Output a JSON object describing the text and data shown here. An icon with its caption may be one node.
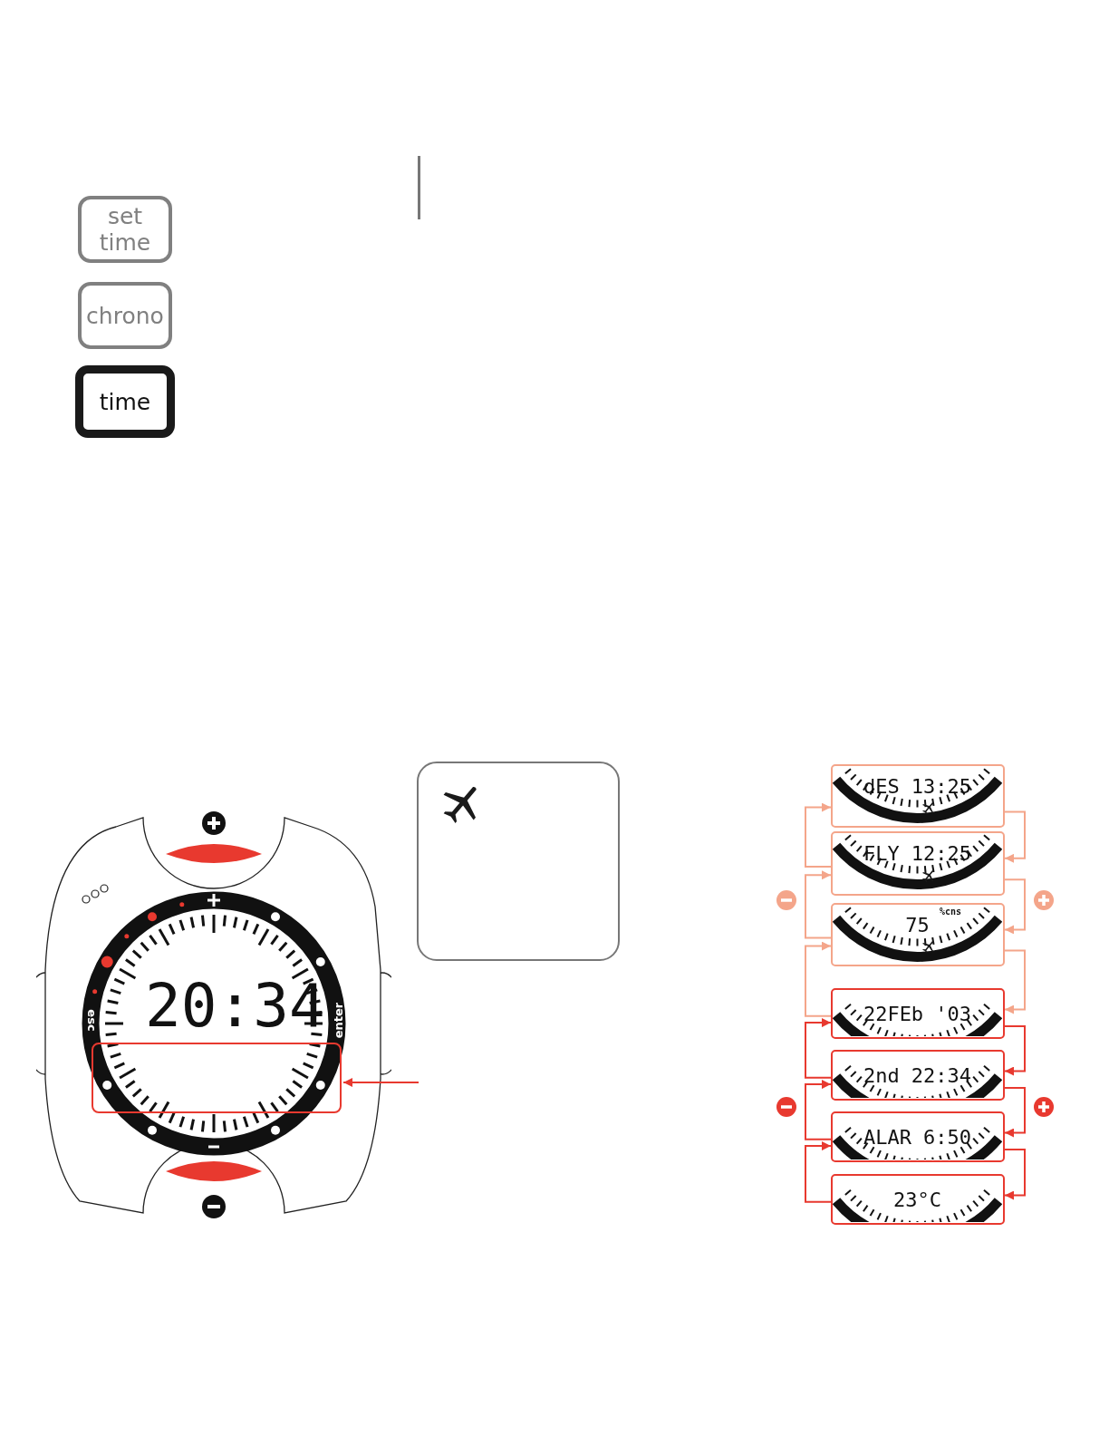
{
  "diagram": {
    "nodes": [
      {
        "text": [
          "set time"
        ]
      },
      {
        "text": [
          "chrono"
        ]
      },
      {
        "text": [
          "time"
        ]
      },
      {
        "text": [
          "esc",
          "20:34",
          "enter"
        ]
      },
      {
        "text": [],
        "shape": "box",
        "in": 3
      },
      {
        "text": [],
        "shape": "box"
      },
      {
        "text": [
          "dES 13:25"
        ]
      },
      {
        "text": [
          "FLY 12:25"
        ]
      },
      {
        "text": [
          "75",
          "%cns"
        ]
      },
      {
        "text": [
          "22FEb '03"
        ]
      },
      {
        "text": [
          "2nd 22:34"
        ]
      },
      {
        "text": [
          "ALAR 6:50"
        ]
      },
      {
        "text": [
          "23°C"
        ]
      }
    ],
    "edges": [
      {
        "from": null,
        "to": 4,
        "arrow": "to",
        "color": "#e8392f"
      },
      {
        "from": 6,
        "to": 7,
        "arrow": "to",
        "color": "#f4a58a"
      },
      {
        "from": 7,
        "to": 8,
        "arrow": "to",
        "color": "#f4a58a"
      },
      {
        "from": 8,
        "to": 9,
        "arrow": "to",
        "color": "#f4a58a"
      },
      {
        "from": 9,
        "to": 10,
        "arrow": "to",
        "color": "#e8392f"
      },
      {
        "from": 10,
        "to": 11,
        "arrow": "to",
        "color": "#e8392f"
      },
      {
        "from": 11,
        "to": 12,
        "arrow": "to",
        "color": "#e8392f"
      },
      {
        "from": 7,
        "to": 6,
        "arrow": "to",
        "color": "#f4a58a"
      },
      {
        "from": 8,
        "to": 7,
        "arrow": "to",
        "color": "#f4a58a"
      },
      {
        "from": 9,
        "to": 8,
        "arrow": "to",
        "color": "#f4a58a"
      },
      {
        "from": 10,
        "to": 9,
        "arrow": "to",
        "color": "#e8392f"
      },
      {
        "from": 11,
        "to": 10,
        "arrow": "to",
        "color": "#e8392f"
      },
      {
        "from": 12,
        "to": 11,
        "arrow": "to",
        "color": "#e8392f"
      }
    ]
  }
}
